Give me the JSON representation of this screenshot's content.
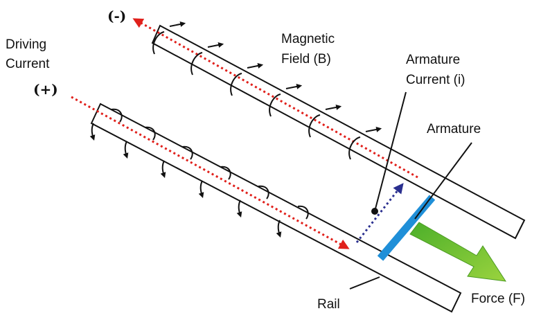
{
  "labels": {
    "minus": "(-)",
    "plus": "(+)",
    "driving_current_line1": "Driving",
    "driving_current_line2": "Current",
    "magnetic_field_line1": "Magnetic",
    "magnetic_field_line2": "Field (B)",
    "armature_current_line1": "Armature",
    "armature_current_line2": "Current (i)",
    "armature": "Armature",
    "rail": "Rail",
    "force": "Force (F)"
  },
  "colors": {
    "rail_outline": "#111111",
    "driving_current": "#e0201b",
    "armature_current": "#2a2f8f",
    "armature": "#1f8fd8",
    "force_arrow": "#7cc232",
    "field_marks": "#111111"
  },
  "icons": {
    "field_mark": "curved-arrow-icon",
    "current_arrow": "dotted-arrow-icon",
    "force_arrow": "block-arrow-icon"
  }
}
